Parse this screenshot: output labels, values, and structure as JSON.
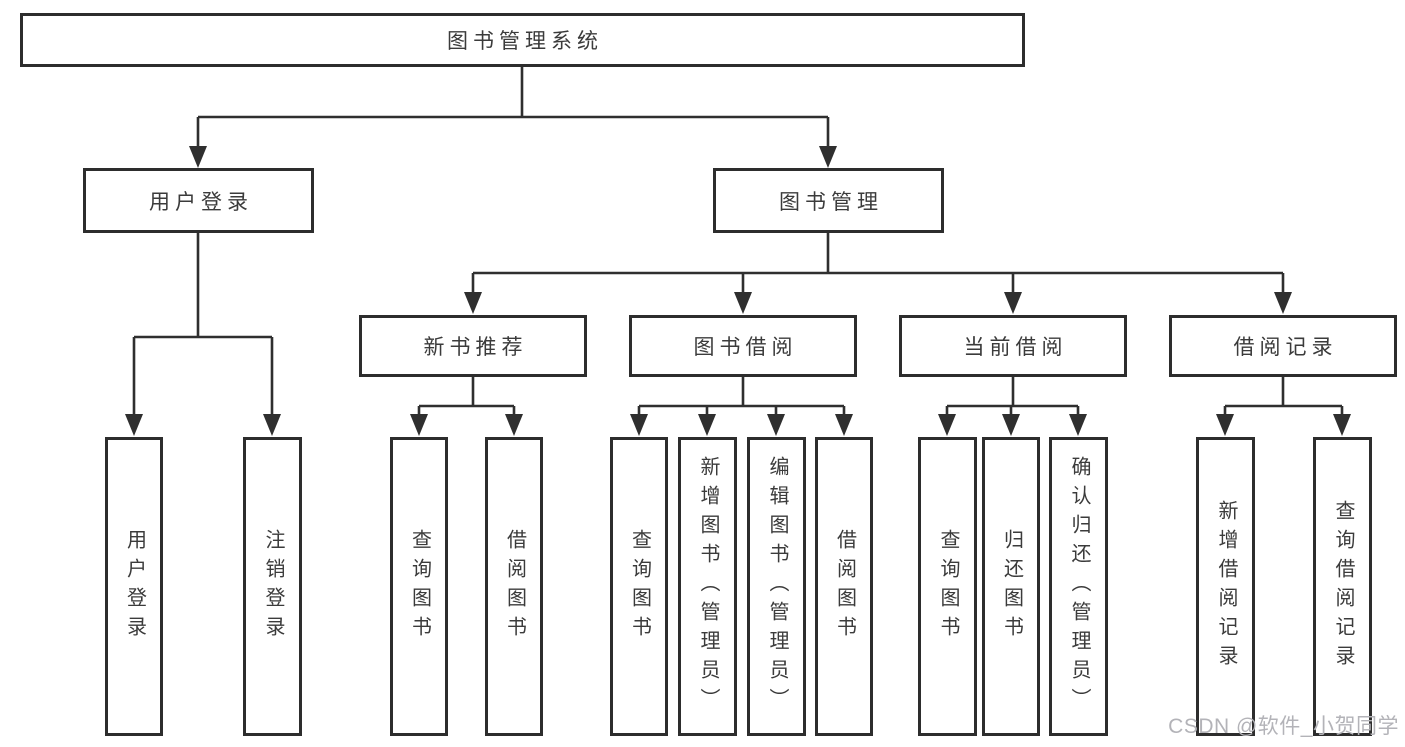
{
  "colors": {
    "line": "#2f2f2f",
    "box_border": "#2d2d2d",
    "text": "#3b3b3b",
    "watermark": "#b3b3b8",
    "background": "#ffffff"
  },
  "diagram": {
    "root": {
      "label": "图书管理系统"
    },
    "level2": {
      "user_login": {
        "label": "用户登录"
      },
      "book_mgmt": {
        "label": "图书管理"
      }
    },
    "level3": {
      "new_book": {
        "label": "新书推荐"
      },
      "book_borrow": {
        "label": "图书借阅"
      },
      "current_borrow": {
        "label": "当前借阅"
      },
      "borrow_records": {
        "label": "借阅记录"
      }
    },
    "leaves": {
      "user_login": [
        "用户登录",
        "注销登录"
      ],
      "new_book": [
        "查询图书",
        "借阅图书"
      ],
      "book_borrow": [
        "查询图书",
        "新增图书（管理员）",
        "编辑图书（管理员）",
        "借阅图书"
      ],
      "current_borrow": [
        "查询图书",
        "归还图书",
        "确认归还（管理员）"
      ],
      "borrow_records": [
        "新增借阅记录",
        "查询借阅记录"
      ]
    }
  },
  "watermark": {
    "text": "CSDN @软件_小贺同学"
  }
}
